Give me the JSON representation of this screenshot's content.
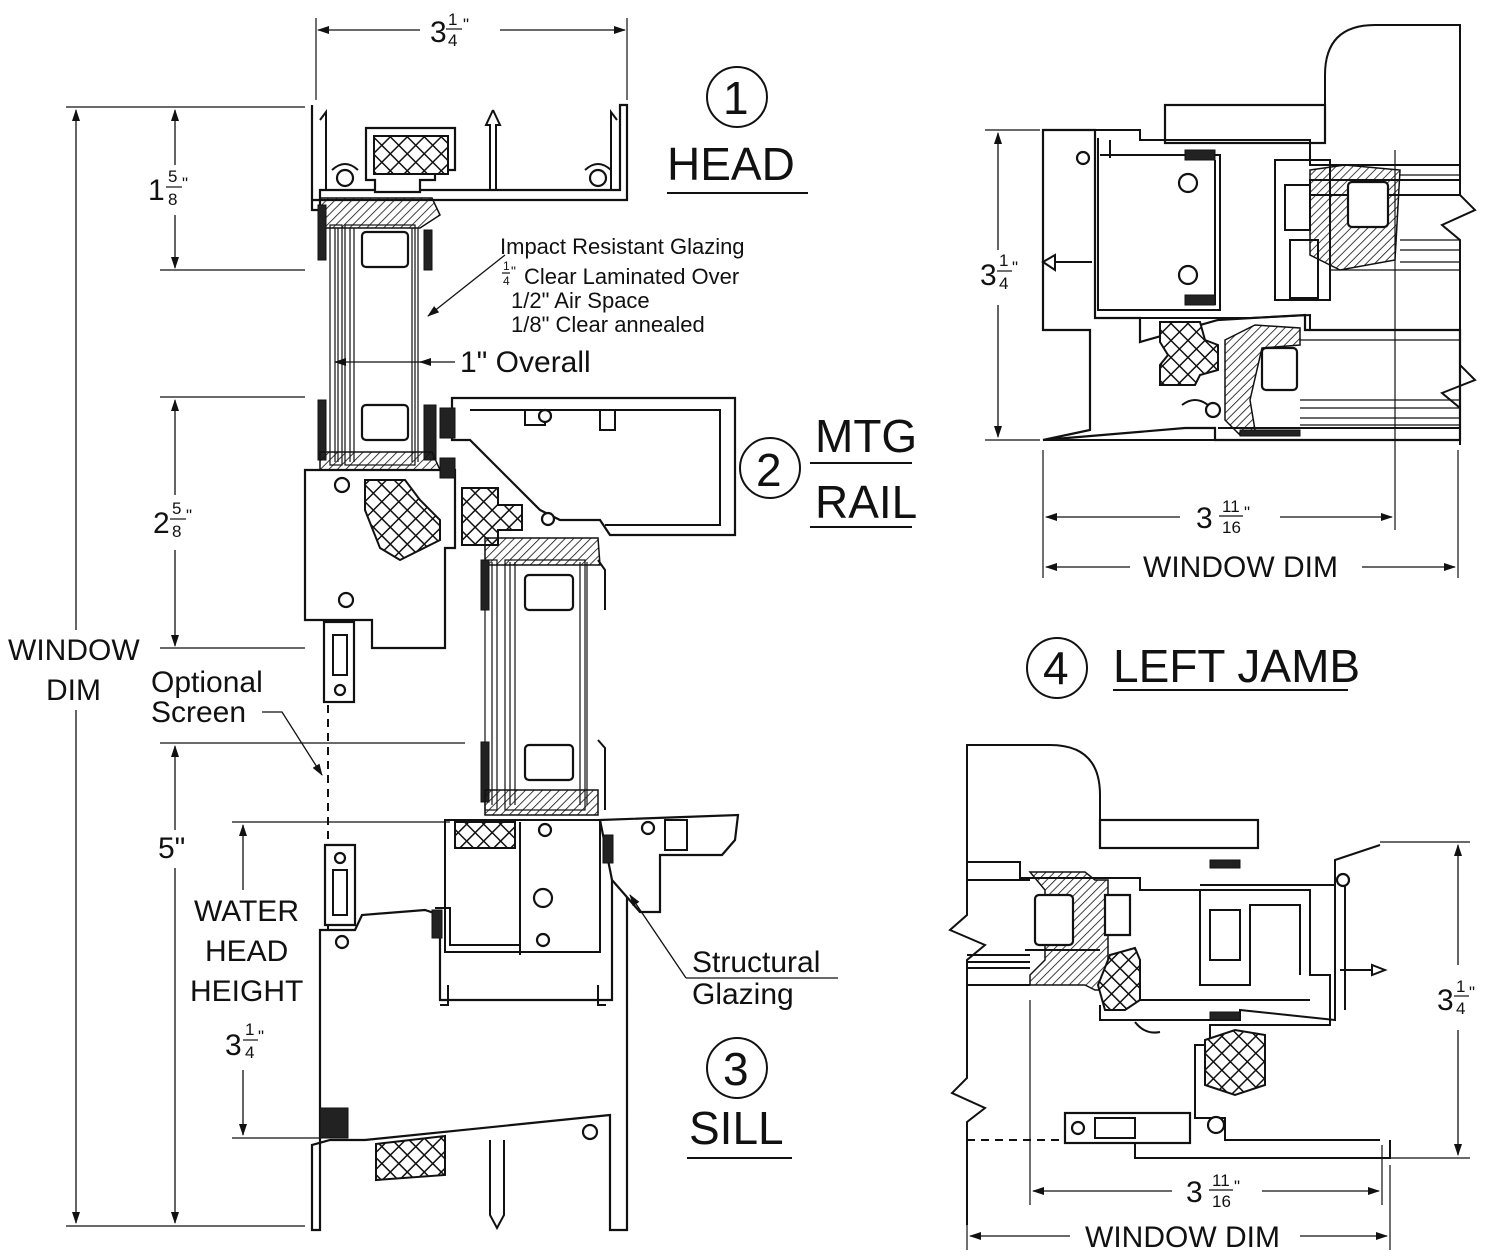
{
  "sections": {
    "head": {
      "number": "1",
      "label": "HEAD"
    },
    "mtg_rail": {
      "number": "2",
      "label_top": "MTG",
      "label_bottom": "RAIL"
    },
    "sill": {
      "number": "3",
      "label": "SILL"
    },
    "left_jamb": {
      "number": "4",
      "label": "LEFT JAMB"
    }
  },
  "dimensions": {
    "overall_width": {
      "whole": "3",
      "num": "1",
      "den": "4",
      "unit": "\""
    },
    "head_height": {
      "whole": "1",
      "num": "5",
      "den": "8",
      "unit": "\""
    },
    "mtg_height": {
      "whole": "2",
      "num": "5",
      "den": "8",
      "unit": "\""
    },
    "sill_height": {
      "text": "5\""
    },
    "water_head": {
      "whole": "3",
      "num": "1",
      "den": "4",
      "unit": "\""
    },
    "window_dim_vertical": {
      "line1": "WINDOW",
      "line2": "DIM"
    },
    "jamb_top_height": {
      "whole": "3",
      "num": "1",
      "den": "4",
      "unit": "\""
    },
    "jamb_top_width": {
      "whole": "3",
      "num": "11",
      "den": "16",
      "unit": "\""
    },
    "jamb_bottom_height": {
      "whole": "3",
      "num": "1",
      "den": "4",
      "unit": "\""
    },
    "jamb_bottom_width": {
      "whole": "3",
      "num": "11",
      "den": "16",
      "unit": "\""
    },
    "window_dim_horizontal": "WINDOW DIM"
  },
  "annotations": {
    "glazing": {
      "line1": "Impact Resistant Glazing",
      "line2_frac_num": "1",
      "line2_frac_den": "4",
      "line2_unit": "\"",
      "line2": "Clear Laminated Over",
      "line3": "1/2\" Air Space",
      "line4": "1/8\" Clear annealed"
    },
    "overall": "1\" Overall",
    "screen": {
      "line1": "Optional",
      "line2": "Screen"
    },
    "water_head": {
      "line1": "WATER",
      "line2": "HEAD",
      "line3": "HEIGHT"
    },
    "structural": {
      "line1": "Structural",
      "line2": "Glazing"
    }
  }
}
